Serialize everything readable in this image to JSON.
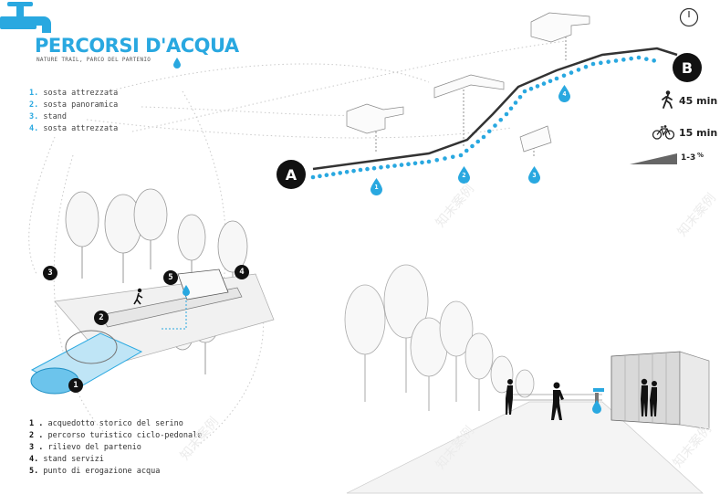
{
  "header": {
    "title": "PERCORSI D'ACQUA",
    "subtitle": "NATURE TRAIL, PARCO DEL PARTENIO"
  },
  "route_legend": [
    {
      "num": "1.",
      "label": "sosta attrezzata"
    },
    {
      "num": "2.",
      "label": "sosta panoramica"
    },
    {
      "num": "3.",
      "label": "stand"
    },
    {
      "num": "4.",
      "label": "sosta attrezzata"
    }
  ],
  "route": {
    "start_label": "A",
    "end_label": "B",
    "stop_markers": [
      "1",
      "2",
      "3",
      "4"
    ]
  },
  "stats": {
    "walk_time": "45 min",
    "bike_time": "15 min",
    "grade": "1-3",
    "grade_unit": "%"
  },
  "section_legend": [
    {
      "num": "1 .",
      "label": "acquedotto storico del serino"
    },
    {
      "num": "2 .",
      "label": "percorso turistico ciclo-pedonale"
    },
    {
      "num": "3 .",
      "label": "rilievo del partenio"
    },
    {
      "num": "4.",
      "label": "stand servizi"
    },
    {
      "num": "5.",
      "label": "punto di erogazione acqua"
    }
  ],
  "section_markers": [
    "1",
    "2",
    "3",
    "4",
    "5"
  ],
  "icons": {
    "faucet": "faucet-icon",
    "drop": "water-drop-icon",
    "clock": "clock-icon",
    "walk": "walking-person-icon",
    "bike": "bicycle-icon"
  },
  "colors": {
    "accent": "#29a8e0",
    "route_line": "#333333",
    "marker_fill": "#111111"
  },
  "watermark": "知末案例"
}
